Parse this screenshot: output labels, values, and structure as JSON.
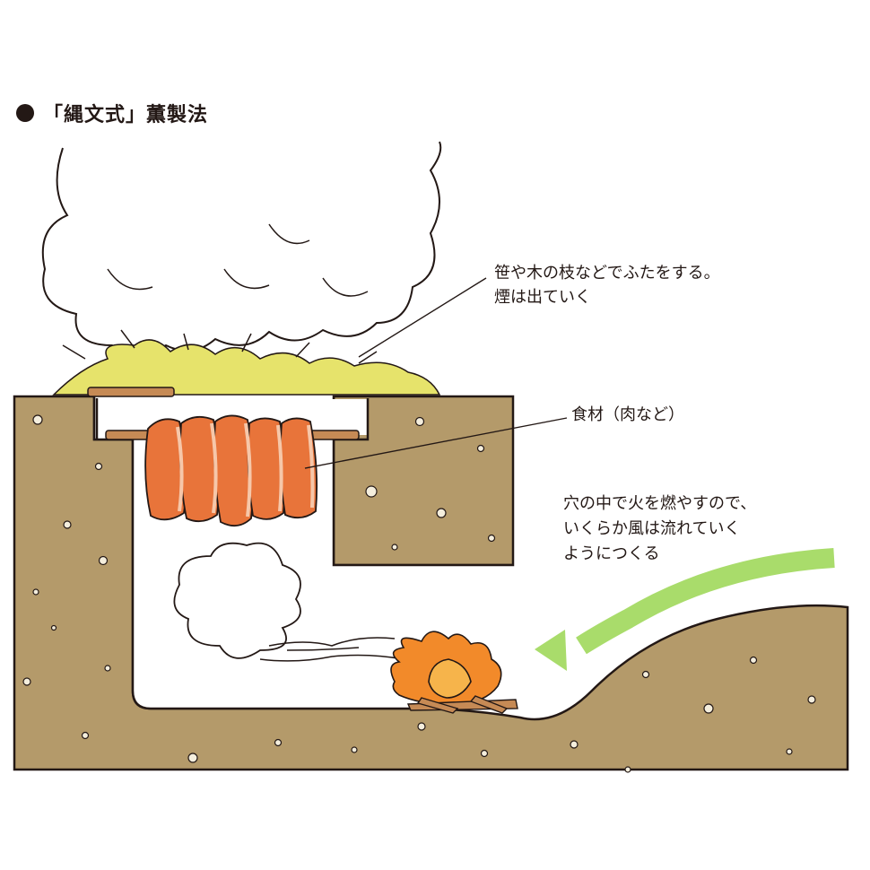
{
  "title": "「縄文式」薫製法",
  "annotations": {
    "lid": [
      "笹や木の枝などでふたをする。",
      "煙は出ていく"
    ],
    "food": "食材（肉など）",
    "wind": [
      "穴の中で火を燃やすので、",
      "いくらか風は流れていく",
      "ようにつくる"
    ]
  },
  "colors": {
    "soil": "#B49A6A",
    "leaves": "#E6E36B",
    "meat": "#E8743A",
    "meat_edge": "#F6C7A9",
    "fire": "#F28A2A",
    "fire_core": "#F6B44B",
    "wind_arrow": "#A9DC6B",
    "stick": "#C68A55"
  }
}
